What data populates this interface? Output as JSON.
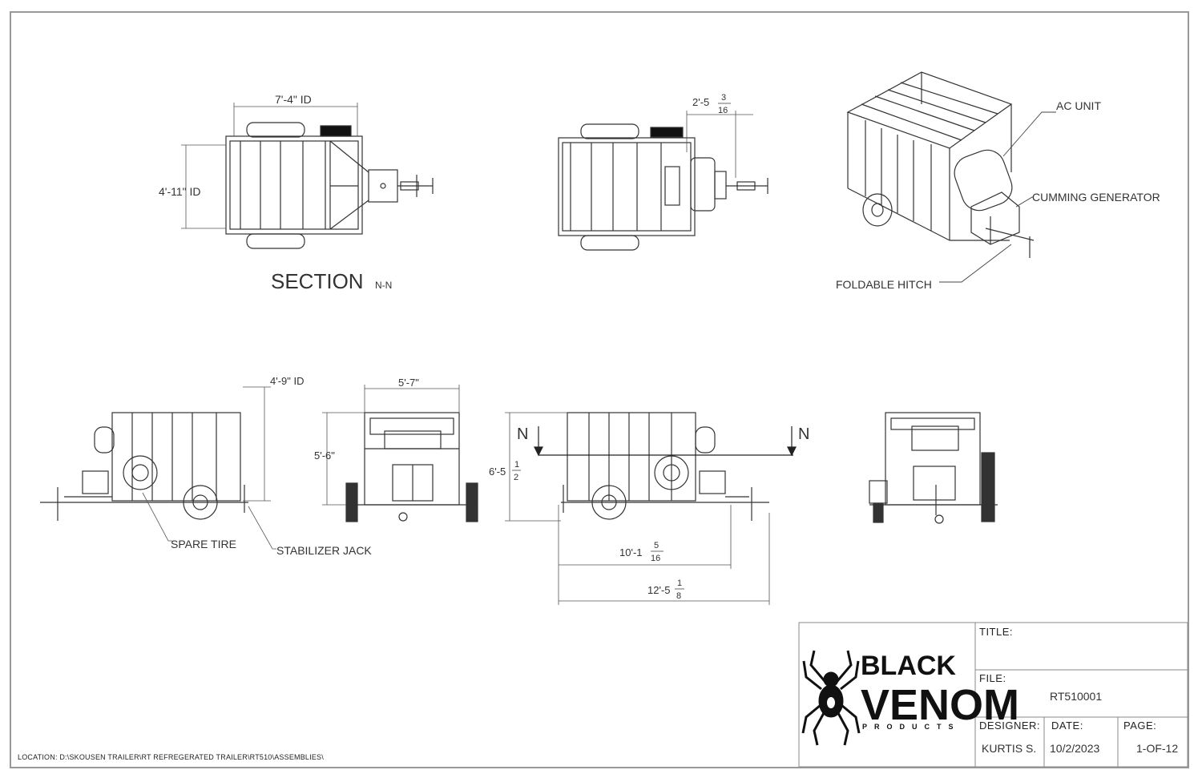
{
  "drawing": {
    "section_label": "SECTION",
    "section_suffix": "N-N",
    "dims": {
      "top_width": "7'-4\" ID",
      "top_height": "4'-11\" ID",
      "top2_tongue": "2'-5",
      "top2_frac_num": "3",
      "top2_frac_den": "16",
      "side_height": "4'-9\" ID",
      "front_width": "5'-7\"",
      "front_height": "5'-6\"",
      "side2_height": "6'-5",
      "side2_frac_num": "1",
      "side2_frac_den": "2",
      "box_length": "10'-1",
      "box_frac_num": "5",
      "box_frac_den": "16",
      "overall_length": "12'-5",
      "overall_frac_num": "1",
      "overall_frac_den": "8"
    },
    "section_marks": {
      "left": "N",
      "right": "N"
    },
    "callouts": {
      "ac_unit": "AC UNIT",
      "generator": "CUMMING GENERATOR",
      "hitch": "FOLDABLE HITCH",
      "spare_tire": "SPARE TIRE",
      "stabilizer_jack": "STABILIZER JACK"
    }
  },
  "title_block": {
    "logo": {
      "line1": "BLACK",
      "line2": "VENOM",
      "line3": "PRODUCTS"
    },
    "title_label": "TITLE:",
    "title_value": "",
    "file_label": "FILE:",
    "file_value": "RT510001",
    "designer_label": "DESIGNER:",
    "designer_value": "KURTIS S.",
    "date_label": "DATE:",
    "date_value": "10/2/2023",
    "page_label": "PAGE:",
    "page_value": "1-OF-12"
  },
  "location": "LOCATION: D:\\SKOUSEN TRAILER\\RT REFREGERATED TRAILER\\RT510\\ASSEMBLIES\\"
}
